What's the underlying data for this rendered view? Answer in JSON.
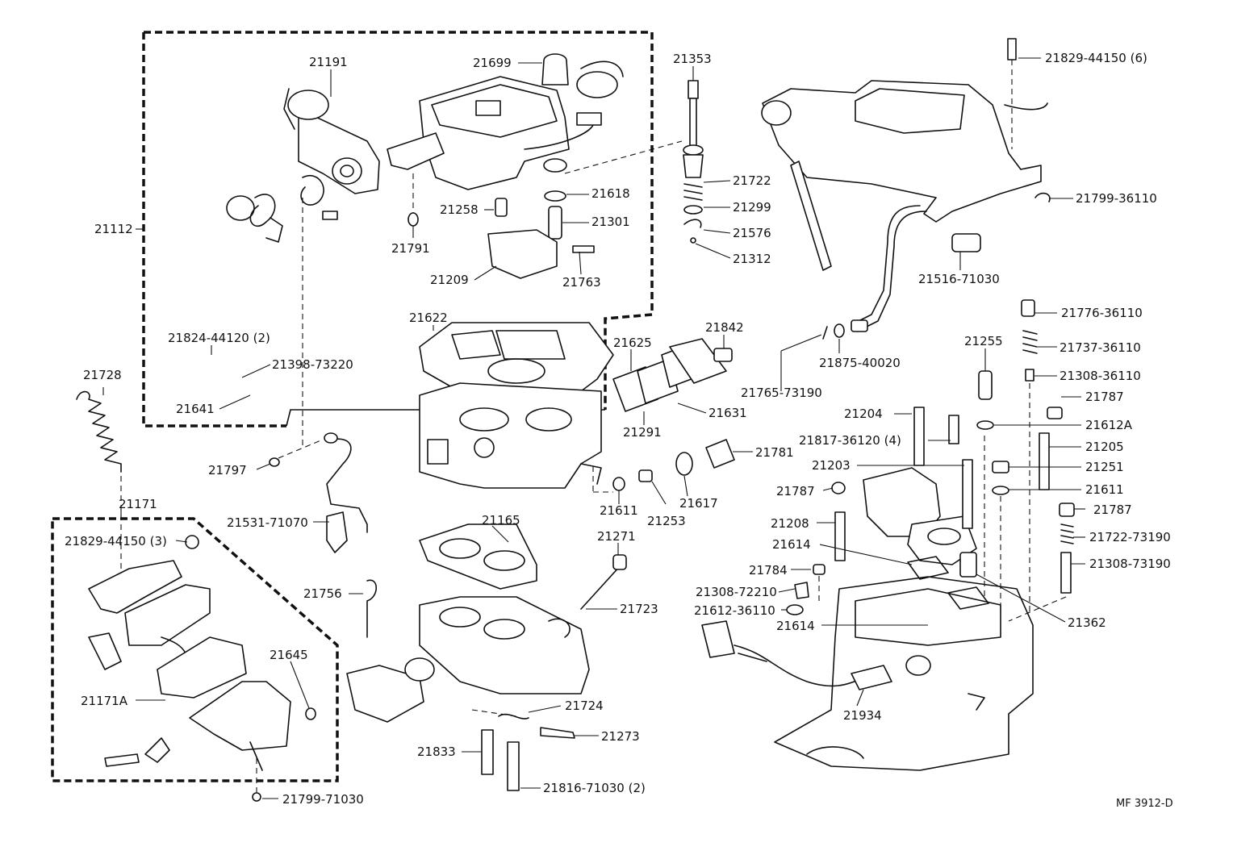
{
  "diagram": {
    "labels": {
      "l_21191": "21191",
      "l_21699": "21699",
      "l_21353": "21353",
      "l_21829_44150_6": "21829-44150 (6)",
      "l_21112": "21112",
      "l_21722": "21722",
      "l_21618": "21618",
      "l_21258": "21258",
      "l_21301": "21301",
      "l_21299": "21299",
      "l_21576": "21576",
      "l_21312": "21312",
      "l_21791": "21791",
      "l_21209": "21209",
      "l_21763": "21763",
      "l_21799_36110": "21799-36110",
      "l_21516_71030": "21516-71030",
      "l_21776_36110": "21776-36110",
      "l_21737_36110": "21737-36110",
      "l_21308_36110": "21308-36110",
      "l_21622": "21622",
      "l_21842": "21842",
      "l_21625": "21625",
      "l_21255": "21255",
      "l_21824_44120_2": "21824-44120 (2)",
      "l_21398_73220": "21398-73220",
      "l_21875_40020": "21875-40020",
      "l_21728": "21728",
      "l_21765_73190": "21765-73190",
      "l_21787_a": "21787",
      "l_21641": "21641",
      "l_21631": "21631",
      "l_21204": "21204",
      "l_21612A": "21612A",
      "l_21291": "21291",
      "l_21817_36120_4": "21817-36120 (4)",
      "l_21205": "21205",
      "l_21781": "21781",
      "l_21797": "21797",
      "l_21203": "21203",
      "l_21251": "21251",
      "l_21787_b": "21787",
      "l_21611_a": "21611",
      "l_21611_b": "21611",
      "l_21171": "21171",
      "l_21253": "21253",
      "l_21617": "21617",
      "l_21787_c": "21787",
      "l_21531_71070": "21531-71070",
      "l_21208": "21208",
      "l_21165": "21165",
      "l_21829_44150_3": "21829-44150 (3)",
      "l_21271": "21271",
      "l_21722_73190": "21722-73190",
      "l_21614_a": "21614",
      "l_21308_73190": "21308-73190",
      "l_21784": "21784",
      "l_21756": "21756",
      "l_21308_72210": "21308-72210",
      "l_21723": "21723",
      "l_21612_36110": "21612-36110",
      "l_21362": "21362",
      "l_21614_b": "21614",
      "l_21645": "21645",
      "l_21171A": "21171A",
      "l_21724": "21724",
      "l_21934": "21934",
      "l_21273": "21273",
      "l_21833": "21833",
      "l_21816_71030_2": "21816-71030 (2)",
      "l_21799_71030": "21799-71030"
    },
    "figure_code": "MF 3912-D"
  }
}
